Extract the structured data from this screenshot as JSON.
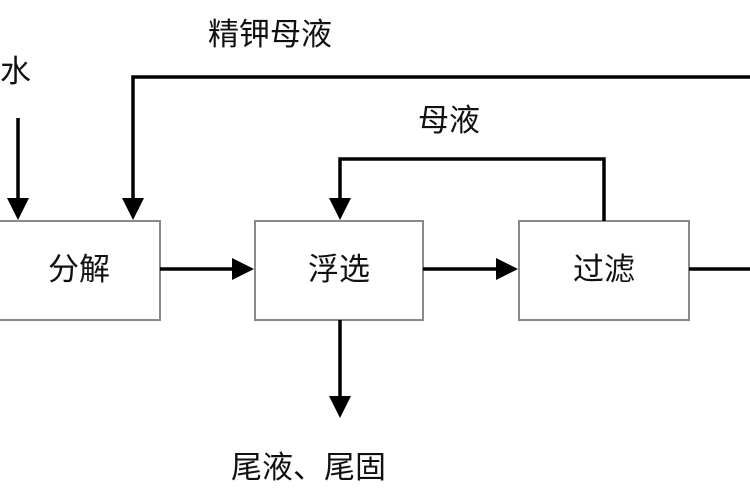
{
  "labels": {
    "water": "水",
    "refined_mother_liquor": "精钾母液",
    "mother_liquor": "母液",
    "tailings": "尾液、尾固"
  },
  "boxes": {
    "decompose": "分解",
    "flotation": "浮选",
    "filtration": "过滤"
  }
}
